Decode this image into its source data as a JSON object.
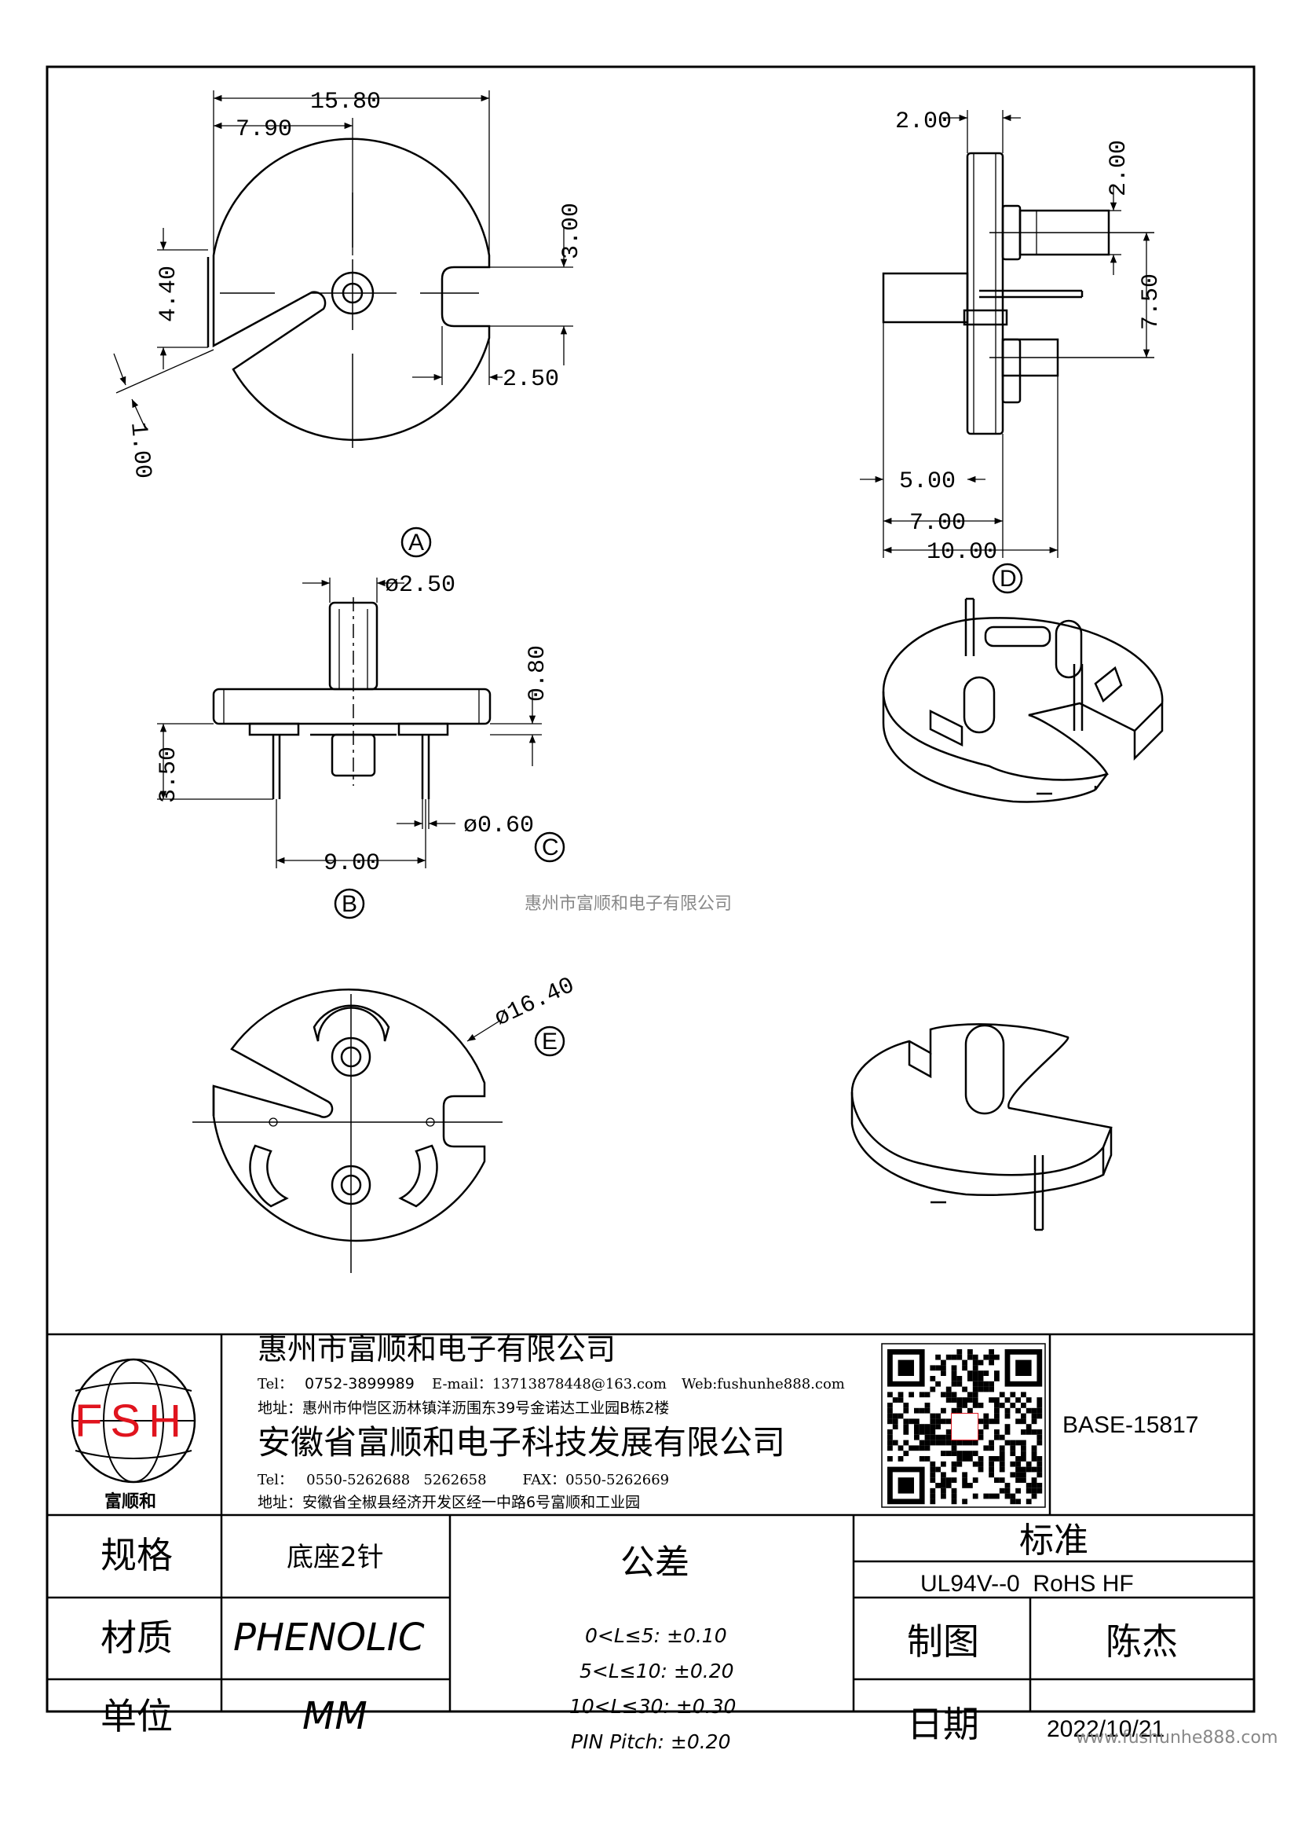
{
  "watermark": "惠州市富顺和电子有限公司",
  "footer_url": "www.fushunhe888.com",
  "views": {
    "A": {
      "label": "A",
      "dims": {
        "width": "15.80",
        "half": "7.90",
        "slot_h": "3.00",
        "slot_w": "2.50",
        "ch": "4.40",
        "chw": "1.00"
      }
    },
    "B": {
      "label": "B",
      "dims": {
        "post": "ø2.50",
        "flange": "0.80",
        "pin_len": "3.50",
        "pitch": "9.00"
      }
    },
    "C": {
      "label": "C",
      "dims": {
        "pin": "ø0.60"
      }
    },
    "D": {
      "label": "D",
      "dims": {
        "t1": "2.00",
        "t2": "2.00",
        "h": "7.50",
        "a": "5.00",
        "b": "7.00",
        "c": "10.00"
      }
    },
    "E": {
      "label": "E",
      "dims": {
        "dia": "ø16.40"
      }
    }
  },
  "title_block": {
    "logo_text": "FSH",
    "logo_sub": "富顺和",
    "company1": "惠州市富顺和电子有限公司",
    "tel1_label": "Tel：",
    "tel1": "0752-3899989",
    "email": "E-mail：13713878448@163.com",
    "web": "Web:fushunhe888.com",
    "addr1": "地址：惠州市仲恺区沥林镇洋沥围东39号金诺达工业园B栋2楼",
    "company2": "安徽省富顺和电子科技发展有限公司",
    "tel2": "Tel：   0550-5262688   5262658        FAX：0550-5262669",
    "addr2": "地址：安徽省全椒县经济开发区经一中路6号富顺和工业园",
    "part_no": "BASE-15817",
    "spec_label": "规格",
    "spec_value": "底座2针",
    "material_label": "材质",
    "material_value": "PHENOLIC",
    "unit_label": "单位",
    "unit_value": "MM",
    "tolerance_label": "公差",
    "tolerances": [
      "0<L≤5: ±0.10",
      "5<L≤10: ±0.20",
      "10<L≤30: ±0.30",
      "PIN Pitch: ±0.20"
    ],
    "standard_label": "标准",
    "standard_value": "UL94V--0  RoHS HF",
    "drawn_label": "制图",
    "drawn_value": "陈杰",
    "date_label": "日期",
    "date_value": "2022/10/21"
  }
}
